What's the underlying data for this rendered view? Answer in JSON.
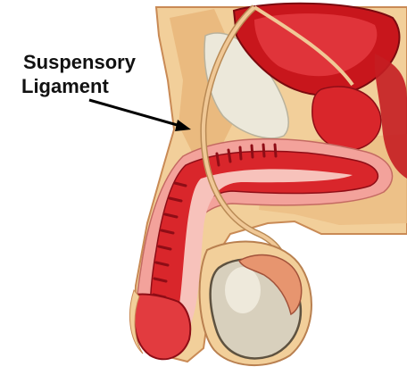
{
  "annotation": {
    "label_lines": [
      "Suspensory",
      "Ligament"
    ],
    "arrow_color": "#000000"
  },
  "palette": {
    "background": "#ffffff",
    "skin": "#f2cf9a",
    "fat": "#e9b67a",
    "tissue_red": "#d9262b",
    "tissue_dark": "#8e0d16",
    "tissue_pink": "#f3a29b",
    "bladder": "#c8161c",
    "bone_white": "#ece8da",
    "testis": "#d8d0bd",
    "duct": "#f0c896"
  },
  "icons": [
    "arrow-pointer"
  ]
}
